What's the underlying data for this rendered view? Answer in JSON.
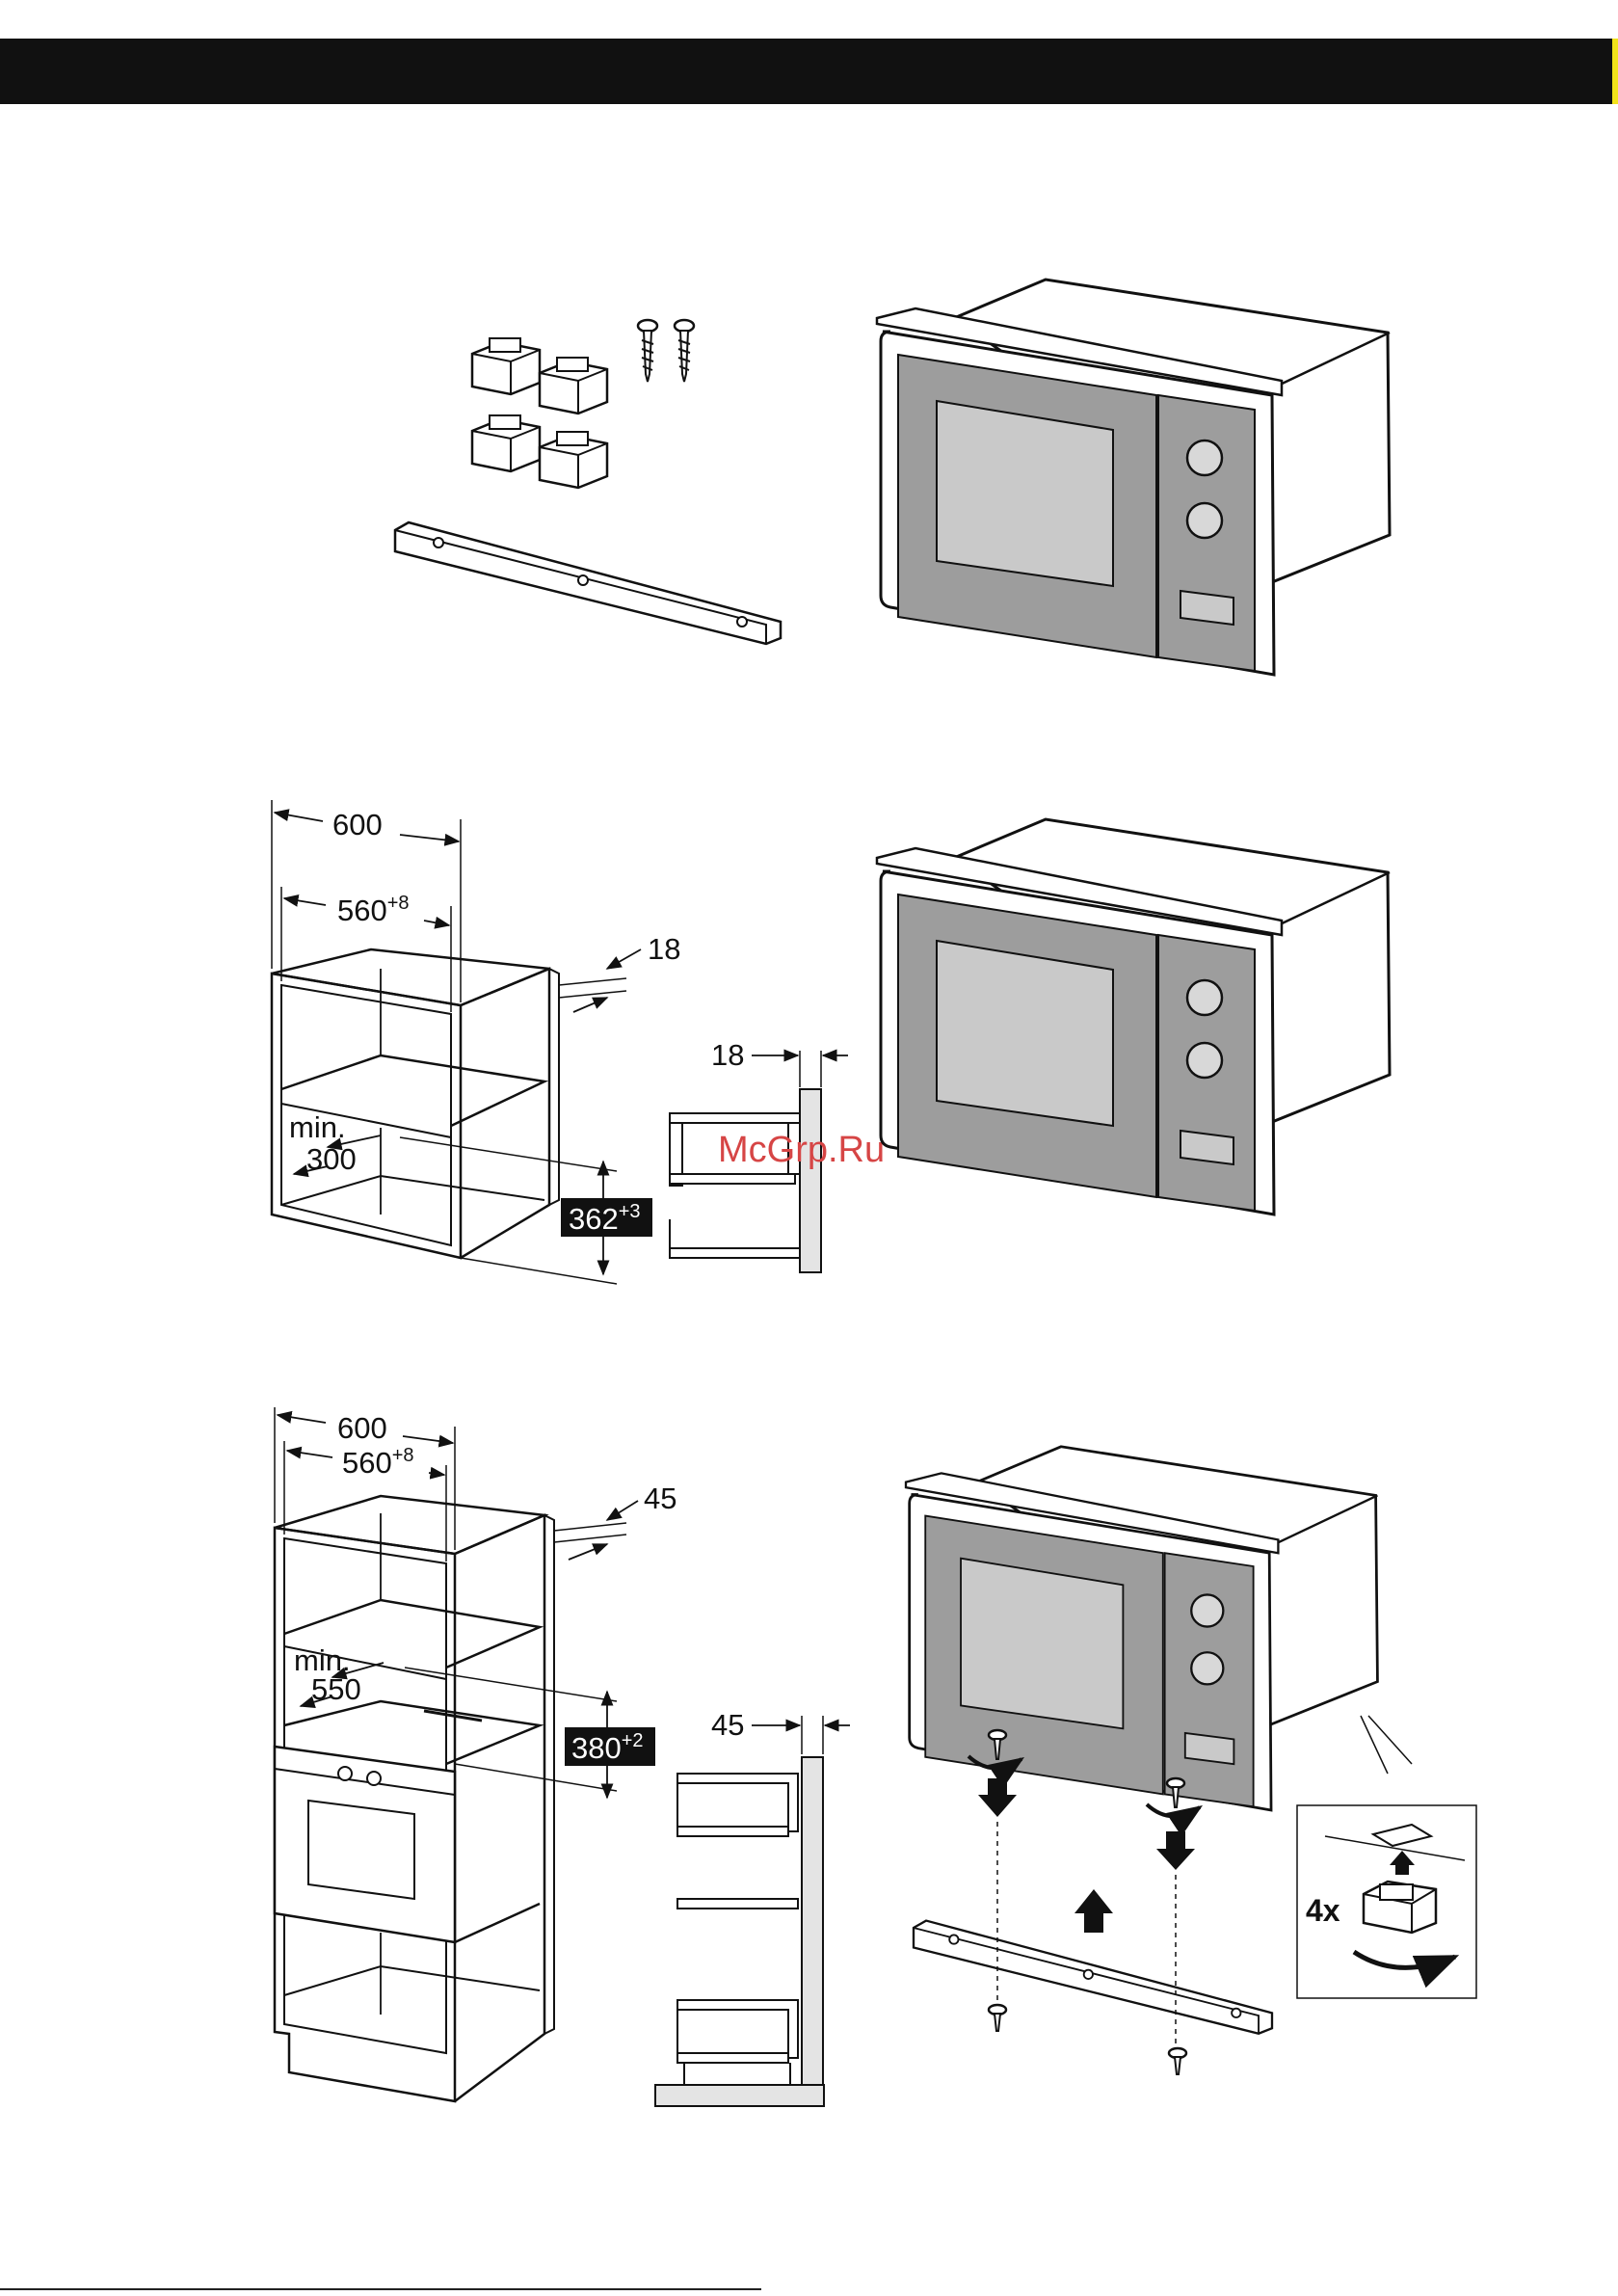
{
  "header": {
    "title": ""
  },
  "watermark": "McGrp.Ru",
  "section2": {
    "width_outer": "600",
    "width_inner": "560",
    "width_inner_tol": "+8",
    "panel": "18",
    "side_panel": "18",
    "min_label": "min.",
    "min_value": "300",
    "height_value": "362",
    "height_tol": "+3"
  },
  "section3": {
    "width_outer": "600",
    "width_inner": "560",
    "width_inner_tol": "+8",
    "panel": "45",
    "side_panel": "45",
    "min_label": "min.",
    "min_value": "550",
    "height_value": "380",
    "height_tol": "+2",
    "feet_count": "4x"
  },
  "colors": {
    "door_gray": "#9d9d9d",
    "window_gray": "#c9c9c9",
    "side_gray": "#e4e4e4",
    "line": "#111111",
    "header": "#111111",
    "header_accent": "#f2e21a"
  }
}
